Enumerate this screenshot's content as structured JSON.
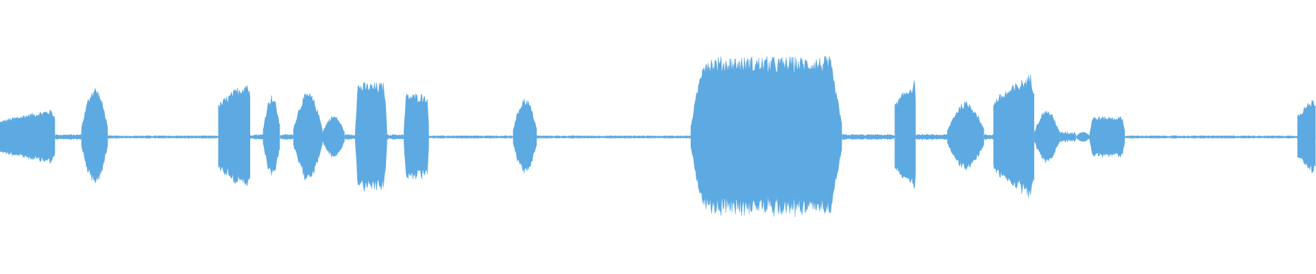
{
  "waveform": {
    "color": "#5DA9E2",
    "background": "#FFFFFF",
    "segments": [
      {
        "start": 0.0,
        "end": 0.042,
        "peak": 0.21,
        "shape": "rise"
      },
      {
        "start": 0.042,
        "end": 0.062,
        "peak": 0.02,
        "shape": "silence"
      },
      {
        "start": 0.062,
        "end": 0.082,
        "peak": 0.37,
        "shape": "burst"
      },
      {
        "start": 0.082,
        "end": 0.166,
        "peak": 0.01,
        "shape": "silence"
      },
      {
        "start": 0.166,
        "end": 0.19,
        "peak": 0.43,
        "shape": "rise"
      },
      {
        "start": 0.19,
        "end": 0.2,
        "peak": 0.02,
        "shape": "silence"
      },
      {
        "start": 0.2,
        "end": 0.213,
        "peak": 0.31,
        "shape": "burst"
      },
      {
        "start": 0.213,
        "end": 0.223,
        "peak": 0.02,
        "shape": "silence"
      },
      {
        "start": 0.223,
        "end": 0.245,
        "peak": 0.33,
        "shape": "burst"
      },
      {
        "start": 0.245,
        "end": 0.262,
        "peak": 0.16,
        "shape": "burst"
      },
      {
        "start": 0.262,
        "end": 0.27,
        "peak": 0.02,
        "shape": "silence"
      },
      {
        "start": 0.27,
        "end": 0.294,
        "peak": 0.4,
        "shape": "plateau"
      },
      {
        "start": 0.294,
        "end": 0.307,
        "peak": 0.02,
        "shape": "silence"
      },
      {
        "start": 0.307,
        "end": 0.326,
        "peak": 0.32,
        "shape": "plateau"
      },
      {
        "start": 0.326,
        "end": 0.39,
        "peak": 0.01,
        "shape": "silence"
      },
      {
        "start": 0.39,
        "end": 0.408,
        "peak": 0.29,
        "shape": "burst"
      },
      {
        "start": 0.408,
        "end": 0.525,
        "peak": 0.01,
        "shape": "silence"
      },
      {
        "start": 0.525,
        "end": 0.64,
        "peak": 0.59,
        "shape": "plateau"
      },
      {
        "start": 0.64,
        "end": 0.68,
        "peak": 0.02,
        "shape": "silence"
      },
      {
        "start": 0.68,
        "end": 0.696,
        "peak": 0.43,
        "shape": "rise"
      },
      {
        "start": 0.696,
        "end": 0.72,
        "peak": 0.02,
        "shape": "silence"
      },
      {
        "start": 0.72,
        "end": 0.748,
        "peak": 0.26,
        "shape": "burst"
      },
      {
        "start": 0.748,
        "end": 0.755,
        "peak": 0.02,
        "shape": "silence"
      },
      {
        "start": 0.755,
        "end": 0.786,
        "peak": 0.48,
        "shape": "rise"
      },
      {
        "start": 0.786,
        "end": 0.805,
        "peak": 0.2,
        "shape": "burst"
      },
      {
        "start": 0.805,
        "end": 0.818,
        "peak": 0.04,
        "shape": "silence"
      },
      {
        "start": 0.818,
        "end": 0.828,
        "peak": 0.04,
        "shape": "burst"
      },
      {
        "start": 0.828,
        "end": 0.855,
        "peak": 0.15,
        "shape": "plateau"
      },
      {
        "start": 0.855,
        "end": 0.986,
        "peak": 0.01,
        "shape": "silence"
      },
      {
        "start": 0.986,
        "end": 1.0,
        "peak": 0.3,
        "shape": "rise"
      }
    ]
  }
}
